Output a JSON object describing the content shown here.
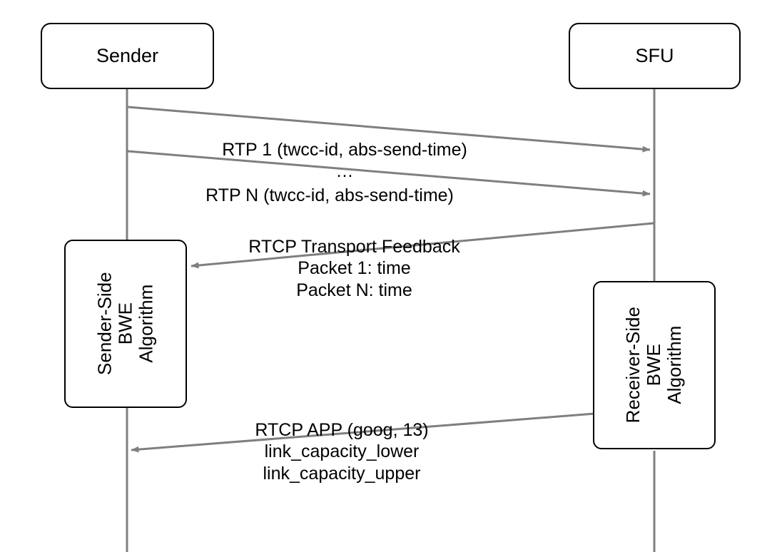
{
  "diagram": {
    "title": "WebRTC bandwidth estimation sequence diagram",
    "background": "#ffffff",
    "lifeline_color": "#808080",
    "arrow_color": "#7f7f7f",
    "box_border_color": "#000000"
  },
  "participants": [
    {
      "id": "sender",
      "label": "Sender"
    },
    {
      "id": "sfu",
      "label": "SFU"
    }
  ],
  "algorithm_boxes": [
    {
      "id": "sender-side-bwe",
      "label": "Sender-Side\nBWE\nAlgorithm"
    },
    {
      "id": "receiver-side-bwe",
      "label": "Receiver-Side\nBWE\nAlgorithm"
    }
  ],
  "messages": [
    {
      "id": "rtp-1",
      "label": "RTP 1 (twcc-id, abs-send-time)",
      "from": "sender",
      "to": "sfu",
      "direction": "right"
    },
    {
      "id": "ellipsis",
      "label": "…",
      "from": "",
      "to": "",
      "direction": "none"
    },
    {
      "id": "rtp-n",
      "label": "RTP N (twcc-id, abs-send-time)",
      "from": "sender",
      "to": "sfu",
      "direction": "right"
    },
    {
      "id": "rtcp-transport-feedback",
      "label": "RTCP Transport Feedback\nPacket 1: time\nPacket N: time",
      "from": "sfu",
      "to": "sender-side-bwe",
      "direction": "left"
    },
    {
      "id": "rtcp-app-goog",
      "label": "RTCP APP (goog, 13)\nlink_capacity_lower\nlink_capacity_upper",
      "from": "receiver-side-bwe",
      "to": "sender",
      "direction": "left"
    }
  ]
}
